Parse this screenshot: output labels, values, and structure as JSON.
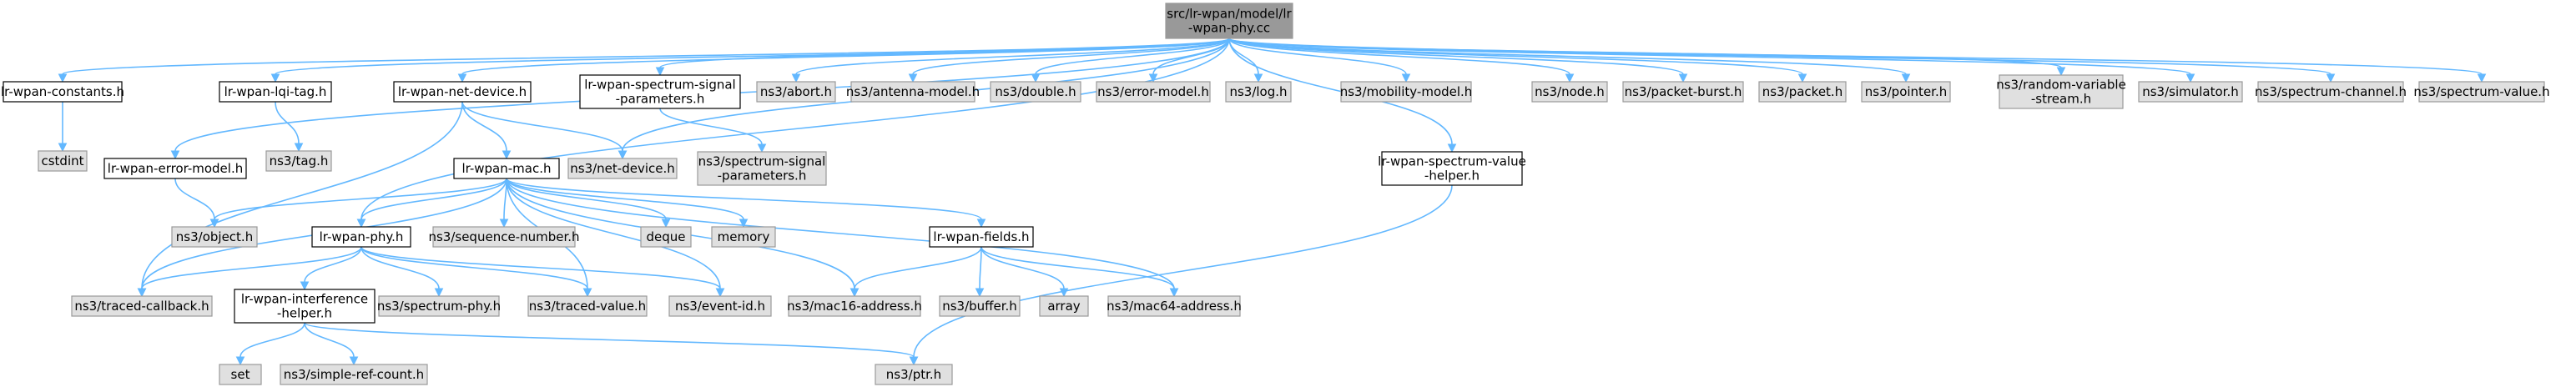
{
  "diagram": {
    "type": "include-dependency-graph",
    "colors": {
      "root_fill": "#999999",
      "local_fill": "#ffffff",
      "external_fill": "#e0e0e0",
      "border_local": "#000000",
      "border_external": "#999999",
      "edge": "#63b8ff"
    },
    "nodes": [
      {
        "id": "root",
        "lines": [
          "src/lr-wpan/model/lr",
          "-wpan-phy.cc"
        ],
        "kind": "root"
      },
      {
        "id": "constants",
        "lines": [
          "lr-wpan-constants.h"
        ],
        "kind": "local"
      },
      {
        "id": "cstdint",
        "lines": [
          "cstdint"
        ],
        "kind": "external"
      },
      {
        "id": "lqi",
        "lines": [
          "lr-wpan-lqi-tag.h"
        ],
        "kind": "local"
      },
      {
        "id": "tag",
        "lines": [
          "ns3/tag.h"
        ],
        "kind": "external"
      },
      {
        "id": "netdev",
        "lines": [
          "lr-wpan-net-device.h"
        ],
        "kind": "local"
      },
      {
        "id": "specparam",
        "lines": [
          "lr-wpan-spectrum-signal",
          "-parameters.h"
        ],
        "kind": "local"
      },
      {
        "id": "abort",
        "lines": [
          "ns3/abort.h"
        ],
        "kind": "external"
      },
      {
        "id": "antenna",
        "lines": [
          "ns3/antenna-model.h"
        ],
        "kind": "external"
      },
      {
        "id": "double",
        "lines": [
          "ns3/double.h"
        ],
        "kind": "external"
      },
      {
        "id": "errormodel",
        "lines": [
          "ns3/error-model.h"
        ],
        "kind": "external"
      },
      {
        "id": "log",
        "lines": [
          "ns3/log.h"
        ],
        "kind": "external"
      },
      {
        "id": "mobility",
        "lines": [
          "ns3/mobility-model.h"
        ],
        "kind": "external"
      },
      {
        "id": "node",
        "lines": [
          "ns3/node.h"
        ],
        "kind": "external"
      },
      {
        "id": "pktburst",
        "lines": [
          "ns3/packet-burst.h"
        ],
        "kind": "external"
      },
      {
        "id": "packet",
        "lines": [
          "ns3/packet.h"
        ],
        "kind": "external"
      },
      {
        "id": "pointer",
        "lines": [
          "ns3/pointer.h"
        ],
        "kind": "external"
      },
      {
        "id": "randvar",
        "lines": [
          "ns3/random-variable",
          "-stream.h"
        ],
        "kind": "external"
      },
      {
        "id": "simulator",
        "lines": [
          "ns3/simulator.h"
        ],
        "kind": "external"
      },
      {
        "id": "specchan",
        "lines": [
          "ns3/spectrum-channel.h"
        ],
        "kind": "external"
      },
      {
        "id": "specval",
        "lines": [
          "ns3/spectrum-value.h"
        ],
        "kind": "external"
      },
      {
        "id": "errmodel",
        "lines": [
          "lr-wpan-error-model.h"
        ],
        "kind": "local"
      },
      {
        "id": "nsnetdev",
        "lines": [
          "ns3/net-device.h"
        ],
        "kind": "external"
      },
      {
        "id": "nsspecparam",
        "lines": [
          "ns3/spectrum-signal",
          "-parameters.h"
        ],
        "kind": "external"
      },
      {
        "id": "mac",
        "lines": [
          "lr-wpan-mac.h"
        ],
        "kind": "local"
      },
      {
        "id": "specvalhelper",
        "lines": [
          "lr-wpan-spectrum-value",
          "-helper.h"
        ],
        "kind": "local"
      },
      {
        "id": "object",
        "lines": [
          "ns3/object.h"
        ],
        "kind": "external"
      },
      {
        "id": "phyh",
        "lines": [
          "lr-wpan-phy.h"
        ],
        "kind": "local"
      },
      {
        "id": "seqnum",
        "lines": [
          "ns3/sequence-number.h"
        ],
        "kind": "external"
      },
      {
        "id": "deque",
        "lines": [
          "deque"
        ],
        "kind": "external"
      },
      {
        "id": "memory",
        "lines": [
          "memory"
        ],
        "kind": "external"
      },
      {
        "id": "fields",
        "lines": [
          "lr-wpan-fields.h"
        ],
        "kind": "local"
      },
      {
        "id": "tracedcb",
        "lines": [
          "ns3/traced-callback.h"
        ],
        "kind": "external"
      },
      {
        "id": "interf",
        "lines": [
          "lr-wpan-interference",
          "-helper.h"
        ],
        "kind": "local"
      },
      {
        "id": "specphy",
        "lines": [
          "ns3/spectrum-phy.h"
        ],
        "kind": "external"
      },
      {
        "id": "tracedval",
        "lines": [
          "ns3/traced-value.h"
        ],
        "kind": "external"
      },
      {
        "id": "eventid",
        "lines": [
          "ns3/event-id.h"
        ],
        "kind": "external"
      },
      {
        "id": "mac16",
        "lines": [
          "ns3/mac16-address.h"
        ],
        "kind": "external"
      },
      {
        "id": "buffer",
        "lines": [
          "ns3/buffer.h"
        ],
        "kind": "external"
      },
      {
        "id": "array",
        "lines": [
          "array"
        ],
        "kind": "external"
      },
      {
        "id": "mac64",
        "lines": [
          "ns3/mac64-address.h"
        ],
        "kind": "external"
      },
      {
        "id": "set",
        "lines": [
          "set"
        ],
        "kind": "external"
      },
      {
        "id": "simpleref",
        "lines": [
          "ns3/simple-ref-count.h"
        ],
        "kind": "external"
      },
      {
        "id": "ptr",
        "lines": [
          "ns3/ptr.h"
        ],
        "kind": "external"
      }
    ],
    "edges": [
      [
        "root",
        "constants"
      ],
      [
        "root",
        "lqi"
      ],
      [
        "root",
        "netdev"
      ],
      [
        "root",
        "specparam"
      ],
      [
        "root",
        "abort"
      ],
      [
        "root",
        "antenna"
      ],
      [
        "root",
        "double"
      ],
      [
        "root",
        "errormodel"
      ],
      [
        "root",
        "log"
      ],
      [
        "root",
        "mobility"
      ],
      [
        "root",
        "node"
      ],
      [
        "root",
        "pktburst"
      ],
      [
        "root",
        "packet"
      ],
      [
        "root",
        "pointer"
      ],
      [
        "root",
        "randvar"
      ],
      [
        "root",
        "simulator"
      ],
      [
        "root",
        "specchan"
      ],
      [
        "root",
        "specval"
      ],
      [
        "root",
        "errmodel"
      ],
      [
        "root",
        "nsnetdev"
      ],
      [
        "root",
        "phyh"
      ],
      [
        "root",
        "specvalhelper"
      ],
      [
        "constants",
        "cstdint"
      ],
      [
        "lqi",
        "tag"
      ],
      [
        "netdev",
        "nsnetdev"
      ],
      [
        "netdev",
        "mac"
      ],
      [
        "netdev",
        "tracedcb"
      ],
      [
        "specparam",
        "nsspecparam"
      ],
      [
        "errmodel",
        "object"
      ],
      [
        "mac",
        "object"
      ],
      [
        "mac",
        "phyh"
      ],
      [
        "mac",
        "seqnum"
      ],
      [
        "mac",
        "deque"
      ],
      [
        "mac",
        "memory"
      ],
      [
        "mac",
        "fields"
      ],
      [
        "mac",
        "tracedcb"
      ],
      [
        "mac",
        "tracedval"
      ],
      [
        "mac",
        "eventid"
      ],
      [
        "mac",
        "mac16"
      ],
      [
        "mac",
        "mac64"
      ],
      [
        "phyh",
        "tracedcb"
      ],
      [
        "phyh",
        "interf"
      ],
      [
        "phyh",
        "specphy"
      ],
      [
        "phyh",
        "tracedval"
      ],
      [
        "phyh",
        "eventid"
      ],
      [
        "fields",
        "mac16"
      ],
      [
        "fields",
        "buffer"
      ],
      [
        "fields",
        "array"
      ],
      [
        "fields",
        "mac64"
      ],
      [
        "interf",
        "set"
      ],
      [
        "interf",
        "simpleref"
      ],
      [
        "interf",
        "ptr"
      ],
      [
        "specvalhelper",
        "ptr"
      ]
    ]
  }
}
